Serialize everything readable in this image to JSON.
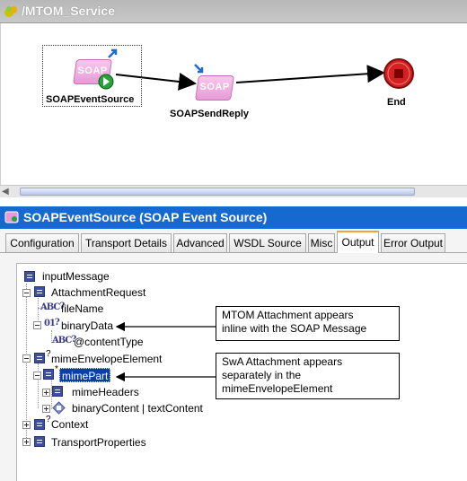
{
  "process": {
    "title": "/MTOM_Service",
    "nodes": {
      "event_source": {
        "label": "SOAPEventSource",
        "badge": "SOAP"
      },
      "send_reply": {
        "label": "SOAPSendReply",
        "badge": "SOAP"
      },
      "end": {
        "label": "End"
      }
    }
  },
  "panel": {
    "title": "SOAPEventSource (SOAP Event Source)",
    "tabs": [
      {
        "label": "Configuration"
      },
      {
        "label": "Transport Details"
      },
      {
        "label": "Advanced"
      },
      {
        "label": "WSDL Source"
      },
      {
        "label": "Misc"
      },
      {
        "label": "Output"
      },
      {
        "label": "Error Output"
      }
    ],
    "active_tab": "Output"
  },
  "tree": {
    "input_message": "inputMessage",
    "attachment_request": "AttachmentRequest",
    "file_name": "fileName",
    "binary_data": "binaryData",
    "content_type": "@contentType",
    "mime_envelope_element": "mimeEnvelopeElement",
    "mime_part": "mimePart",
    "mime_headers": "mimeHeaders",
    "binary_content": "binaryContent | textContent",
    "context": "Context",
    "transport_properties": "TransportProperties"
  },
  "callouts": {
    "mtom": [
      "MTOM Attachment appears",
      "inline with the SOAP Message"
    ],
    "swa": [
      "SwA Attachment appears",
      "separately in the",
      "mimeEnvelopeElement"
    ]
  },
  "colors": {
    "panel_title_bg": "#1569cf",
    "soap_badge": "#e79ad7",
    "end_node": "#d42020",
    "selection": "#0b3fa8",
    "active_tab_accent": "#f0a73a"
  }
}
